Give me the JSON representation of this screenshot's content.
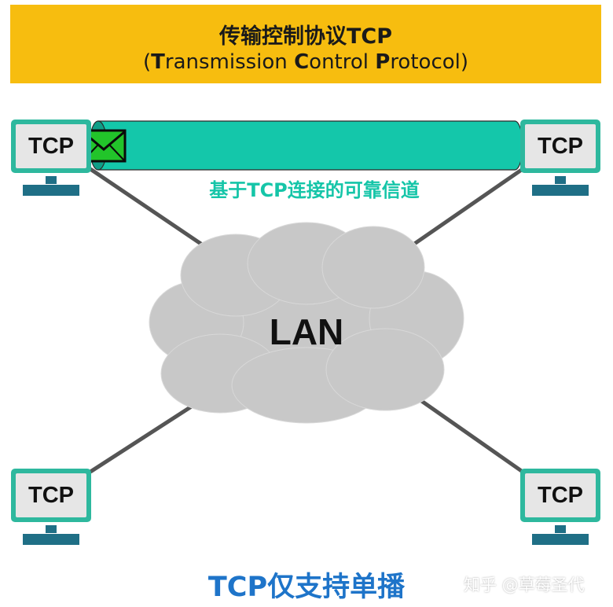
{
  "header": {
    "title_cn": "传输控制协议TCP",
    "subtitle_open": "(",
    "subtitle_T": "T",
    "subtitle_rest1": "ransmission ",
    "subtitle_C": "C",
    "subtitle_rest2": "ontrol ",
    "subtitle_P": "P",
    "subtitle_rest3": "rotocol)"
  },
  "hosts": {
    "top_left": "TCP",
    "top_right": "TCP",
    "bottom_left": "TCP",
    "bottom_right": "TCP"
  },
  "pipe_label": "基于TCP连接的可靠信道",
  "network_label": "LAN",
  "caption": "TCP仅支持单播",
  "watermark": "知乎 @草莓圣代",
  "colors": {
    "header_bg": "#f7bd0f",
    "pipe": "#14c7aa",
    "monitor_frame": "#2eb89e",
    "stand": "#1f6f86",
    "cloud": "#c8c8c8",
    "caption": "#1e74c9",
    "envelope": "#22c42a"
  }
}
